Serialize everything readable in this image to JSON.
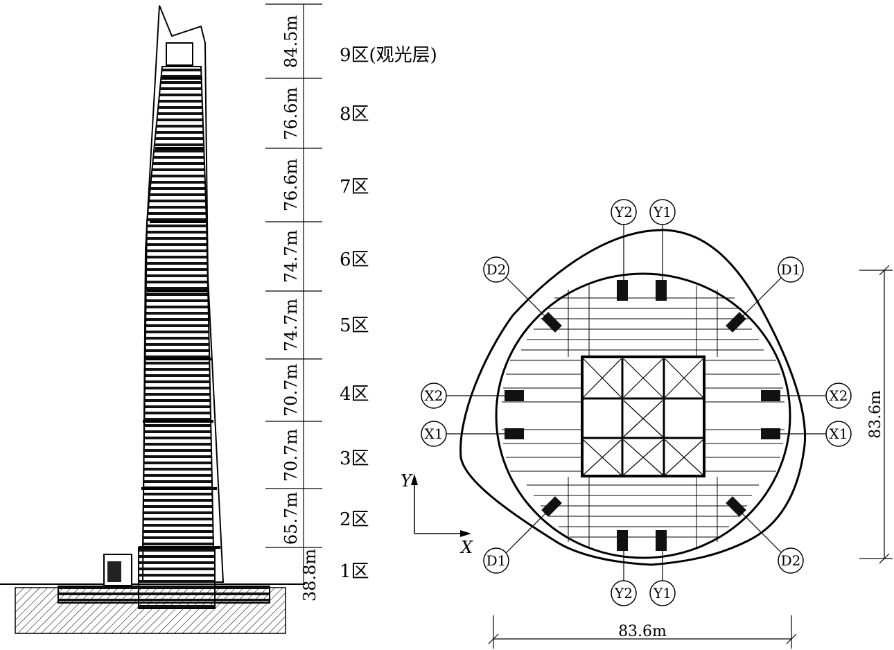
{
  "elevation": {
    "zones": [
      {
        "height": "84.5m",
        "label": "9区(观光层)"
      },
      {
        "height": "76.6m",
        "label": "8区"
      },
      {
        "height": "76.6m",
        "label": "7区"
      },
      {
        "height": "74.7m",
        "label": "6区"
      },
      {
        "height": "74.7m",
        "label": "5区"
      },
      {
        "height": "70.7m",
        "label": "4区"
      },
      {
        "height": "70.7m",
        "label": "3区"
      },
      {
        "height": "65.7m",
        "label": "2区"
      },
      {
        "height": "38.8m",
        "label": "1区"
      }
    ]
  },
  "plan": {
    "width_dim": "83.6m",
    "height_dim": "83.6m",
    "axes": {
      "y": "Y",
      "x": "X"
    },
    "grid_labels": {
      "Y2_top": "Y2",
      "Y1_top": "Y1",
      "D2_topleft": "D2",
      "D1_topright": "D1",
      "X2_left": "X2",
      "X1_left": "X1",
      "X2_right": "X2",
      "X1_right": "X1",
      "D1_bottomleft": "D1",
      "D2_bottomright": "D2",
      "Y2_bottom": "Y2",
      "Y1_bottom": "Y1"
    }
  }
}
